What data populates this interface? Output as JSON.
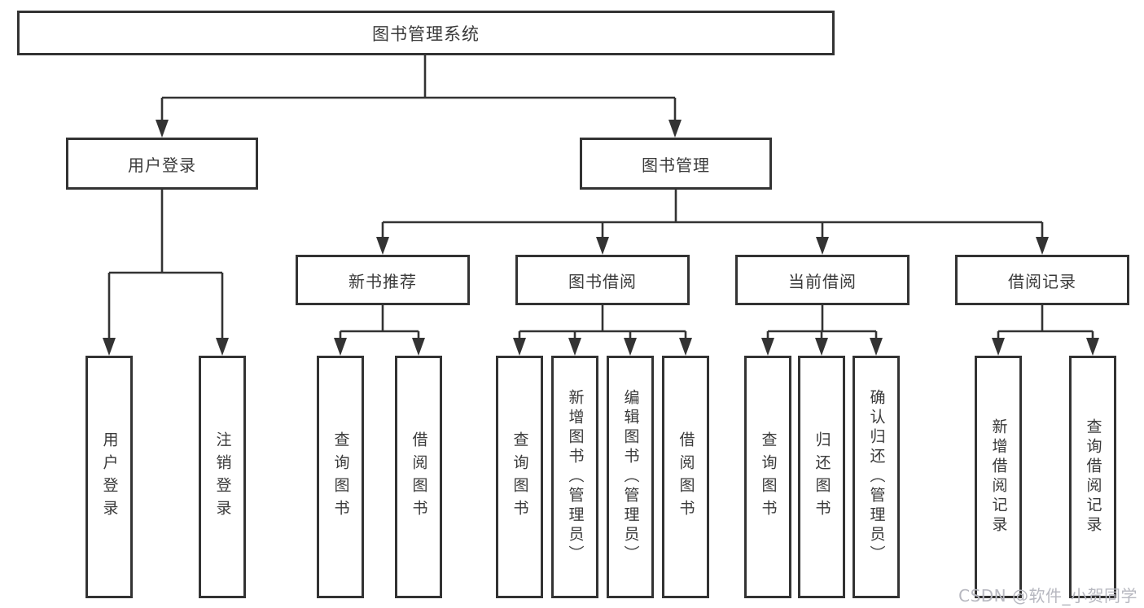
{
  "diagram": {
    "root": {
      "label": "图书管理系统"
    },
    "branches": [
      {
        "label": "用户登录",
        "children": [
          {
            "label": "用户登录"
          },
          {
            "label": "注销登录"
          }
        ]
      },
      {
        "label": "图书管理",
        "children": [
          {
            "label": "新书推荐",
            "children": [
              {
                "label": "查询图书"
              },
              {
                "label": "借阅图书"
              }
            ]
          },
          {
            "label": "图书借阅",
            "children": [
              {
                "label": "查询图书"
              },
              {
                "label": "新增图书（管理员）"
              },
              {
                "label": "编辑图书（管理员）"
              },
              {
                "label": "借阅图书"
              }
            ]
          },
          {
            "label": "当前借阅",
            "children": [
              {
                "label": "查询图书"
              },
              {
                "label": "归还图书"
              },
              {
                "label": "确认归还（管理员）"
              }
            ]
          },
          {
            "label": "借阅记录",
            "children": [
              {
                "label": "新增借阅记录"
              },
              {
                "label": "查询借阅记录"
              }
            ]
          }
        ]
      }
    ],
    "colors": {
      "line": "#333333",
      "text": "#3a3a3a",
      "background": "#ffffff",
      "watermark": "#b7b8c0"
    }
  },
  "watermark": {
    "text": "CSDN @软件_小贺同学"
  }
}
